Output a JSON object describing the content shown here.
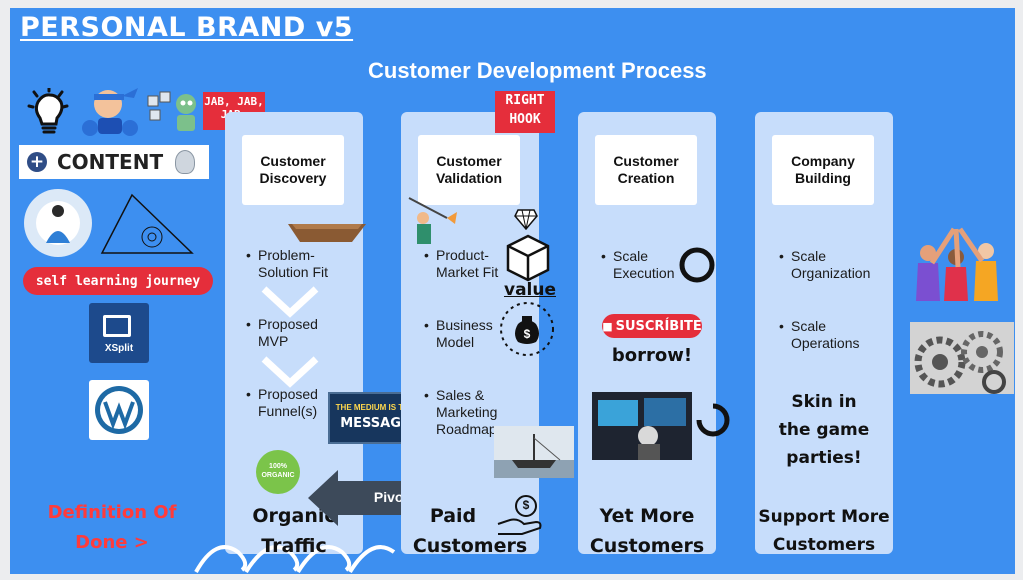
{
  "brand_title": "PERSONAL BRAND v5",
  "process_title": "Customer Development Process",
  "left": {
    "jab_label": "JAB, JAB, JAB,",
    "content_label": "CONTENT",
    "journey_label": "self learning journey",
    "xsplit_label": "XSplit",
    "dod_line1": "Definition Of",
    "dod_line2": "Done >"
  },
  "columns": [
    {
      "head": "Customer Discovery",
      "bullets": [
        "Problem-Solution Fit",
        "Proposed MVP",
        "Proposed Funnel(s)"
      ],
      "bottom_line1": "Organic",
      "bottom_line2": "Traffic"
    },
    {
      "head": "Customer Validation",
      "bullets": [
        "Product-Market Fit",
        "Business Model",
        "Sales & Marketing Roadmap"
      ],
      "bottom_line1": "Paid",
      "bottom_line2": "Customers"
    },
    {
      "head": "Customer Creation",
      "bullets": [
        "Scale Execution"
      ],
      "bottom_line1": "Yet More",
      "bottom_line2": "Customers"
    },
    {
      "head": "Company Building",
      "bullets": [
        "Scale Organization",
        "Scale Operations"
      ],
      "bottom_line1": "Support More",
      "bottom_line2": "Customers"
    }
  ],
  "overlays": {
    "right_hook": "RIGHT HOOK",
    "value_label": "value",
    "medium_line1": "THE MEDIUM IS THE",
    "medium_line2": "MESSAGE",
    "organic_badge": "100% ORGANIC",
    "pivot_label": "Pivot",
    "subscribe_label": "SUSCRÍBITE",
    "borrow_label": "borrow!",
    "skin_line1": "Skin in",
    "skin_line2": "the game",
    "skin_line3": "parties!"
  },
  "colors": {
    "background": "#3d8ff0",
    "column": "#c7ddfb",
    "accent_red": "#e52e3b",
    "dod_red": "#ff3b3b"
  }
}
